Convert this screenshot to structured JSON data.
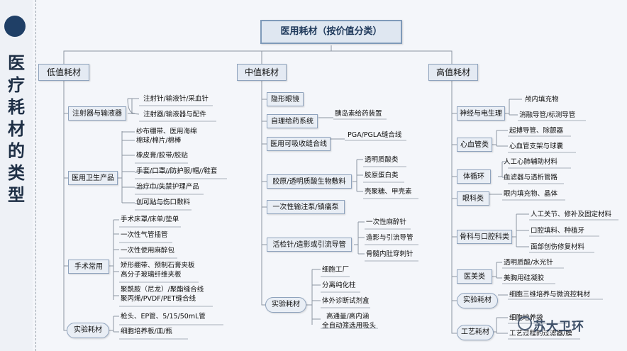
{
  "sidebar": {
    "title_chars": [
      "医",
      "疗",
      "耗",
      "材",
      "的",
      "类",
      "型"
    ]
  },
  "root": "医用耗材（按价值分类）",
  "categories": {
    "low": "低值耗材",
    "mid": "中值耗材",
    "high": "高值耗材"
  },
  "low": {
    "g1": {
      "name": "注射器与输液器",
      "items": [
        "注射针/输液针/采血针",
        "注射器/输液器与配件"
      ]
    },
    "g2": {
      "name": "医用卫生产品",
      "items": [
        "纱布绷带、医用海绵",
        "棉球/棉片/棉棒",
        "橡皮膏/胶带/胶贴",
        "手套/口罩//防护服/帽//鞋套",
        "治疗巾/失禁护理产品",
        "创可贴与伤口敷料"
      ]
    },
    "g3": {
      "name": "手术常用",
      "items": [
        "手术床罩/床单/垫单",
        "一次性气管插管",
        "一次性使用麻醉包",
        "矫形绷带、预制石膏夹板",
        "高分子玻璃纤维夹板",
        "聚酰胺（尼龙）/聚酯缝合线",
        "聚丙烯/PVDF/PET缝合线"
      ]
    },
    "g4": {
      "name": "实验耗材",
      "items": [
        "枪头、EP管、5/15/50mL管",
        "细胞培养板/皿/瓶"
      ]
    }
  },
  "mid": {
    "m1": {
      "name": "隐形眼镜"
    },
    "m2": {
      "name": "自理给药系统",
      "items": [
        "胰岛素给药装置"
      ]
    },
    "m3": {
      "name": "医用可吸收缝合线",
      "items": [
        "PGA/PGLA缝合线"
      ]
    },
    "m4": {
      "name": "胶原/透明质酸生物敷料",
      "items": [
        "透明质酸类",
        "胶原蛋白类",
        "壳聚糖、甲壳素"
      ]
    },
    "m5": {
      "name": "一次性输注泵/镇痛泵"
    },
    "m6": {
      "name": "活检针/造影或引流导管",
      "items": [
        "一次性麻醉针",
        "造影与引流导管",
        "骨髓内肚穿刺针"
      ]
    },
    "m7": {
      "name": "实验耗材",
      "items": [
        "细胞工厂",
        "分离纯化柱",
        "体外诊断试剂盒",
        "高通量/高内涵",
        "全自动筛选用吸头"
      ]
    }
  },
  "high": {
    "h1": {
      "name": "神经与电生理",
      "items": [
        "颅内填充物",
        "消融导管/标测导管"
      ]
    },
    "h2": {
      "name": "心血管类",
      "items": [
        "起搏导管、除颤器",
        "心血管支架与球囊"
      ]
    },
    "h3": {
      "name": "体循环",
      "items": [
        "人工心肺辅助材料",
        "血滤器与透析管路"
      ]
    },
    "h4": {
      "name": "眼科类",
      "items": [
        "眼内填充物、晶体"
      ]
    },
    "h5": {
      "name": "骨科与口腔科类",
      "items": [
        "人工关节、修补及固定材料",
        "口腔填料、种植牙",
        "面部创伤修复材料"
      ]
    },
    "h6": {
      "name": "医美类",
      "items": [
        "透明质酸/水光针",
        "美胸用硅凝胶"
      ]
    },
    "h7": {
      "name": "实验耗材",
      "items": [
        "细胞三维培养与微流控耗材"
      ]
    },
    "h8": {
      "name": "工艺耗材",
      "items": [
        "细胞培养袋",
        "工艺过程的过滤器/膜"
      ]
    }
  },
  "watermark": "苏大卫环"
}
